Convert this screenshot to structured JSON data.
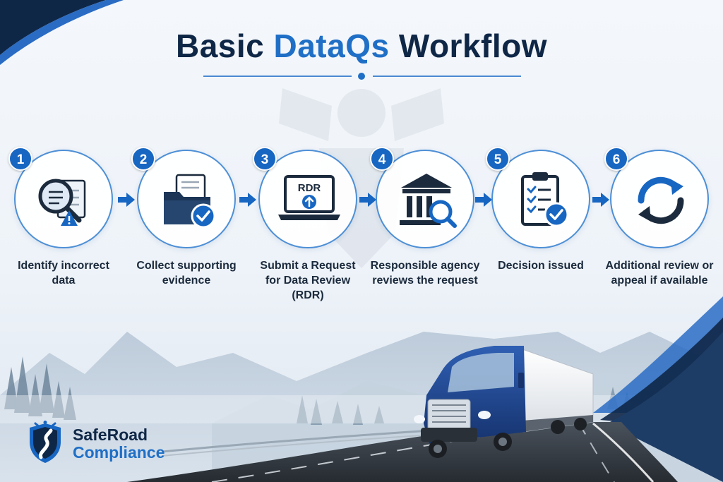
{
  "title": {
    "part1": "Basic",
    "part2": "DataQs",
    "part3": "Workflow"
  },
  "steps": [
    {
      "number": "1",
      "label": "Identify incorrect data",
      "icon": "magnifier-document-warning-icon"
    },
    {
      "number": "2",
      "label": "Collect supporting evidence",
      "icon": "folder-check-icon"
    },
    {
      "number": "3",
      "label": "Submit a Request for Data Review (RDR)",
      "icon": "laptop-upload-icon",
      "screen_text": "RDR"
    },
    {
      "number": "4",
      "label": "Responsible agency reviews the request",
      "icon": "government-building-search-icon"
    },
    {
      "number": "5",
      "label": "Decision issued",
      "icon": "clipboard-checklist-icon"
    },
    {
      "number": "6",
      "label": "Additional review or appeal if available",
      "icon": "refresh-cycle-icon"
    }
  ],
  "brand": {
    "name": "SafeRoad",
    "sub": "Compliance",
    "icon": "shield-road-logo-icon"
  },
  "colors": {
    "primary_blue": "#1766c2",
    "navy": "#0f2747",
    "accent_blue": "#1f6fc6"
  }
}
